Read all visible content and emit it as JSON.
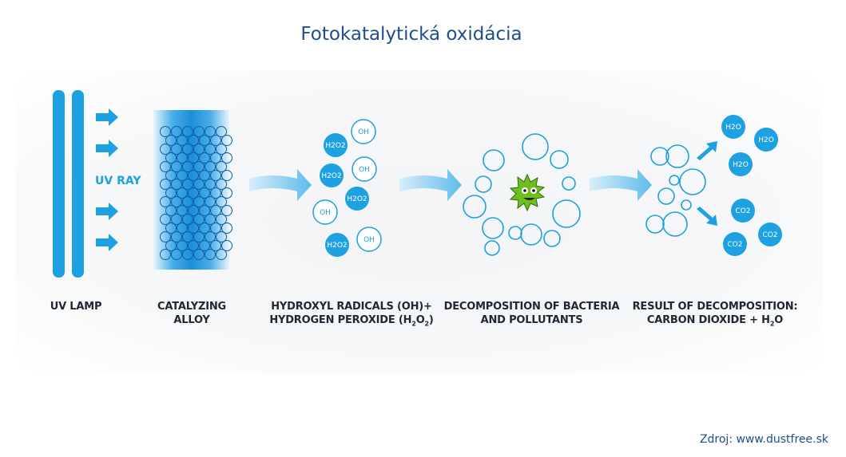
{
  "title": "Fotokatalytická oxidácia",
  "uv_ray": "UV RAY",
  "labels": {
    "uv_lamp": "UV LAMP",
    "catalyzing_line1": "CATALYZING",
    "catalyzing_line2": "ALLOY",
    "hydroxyl_line1": "HYDROXYL RADICALS (OH)+",
    "hydroxyl_line2_prefix": "HYDROGEN PEROXIDE (H",
    "hydroxyl_sub1": "2",
    "hydroxyl_mid": "O",
    "hydroxyl_sub2": "2",
    "hydroxyl_suffix": ")",
    "decomp_line1": "DECOMPOSITION OF BACTERIA",
    "decomp_line2": "AND POLLUTANTS",
    "result_line1": "RESULT OF DECOMPOSITION:",
    "result_line2_prefix": "CARBON DIOXIDE + H",
    "result_sub": "2",
    "result_suffix": "O"
  },
  "molecules": {
    "h2o2": "H2O2",
    "oh": "OH",
    "h2o": "H2O",
    "co2": "CO2"
  },
  "colors": {
    "accent": "#1da1e0",
    "title": "#1f4e8c",
    "text": "#1e2732"
  },
  "source": "Zdroj: www.dustfree.sk"
}
